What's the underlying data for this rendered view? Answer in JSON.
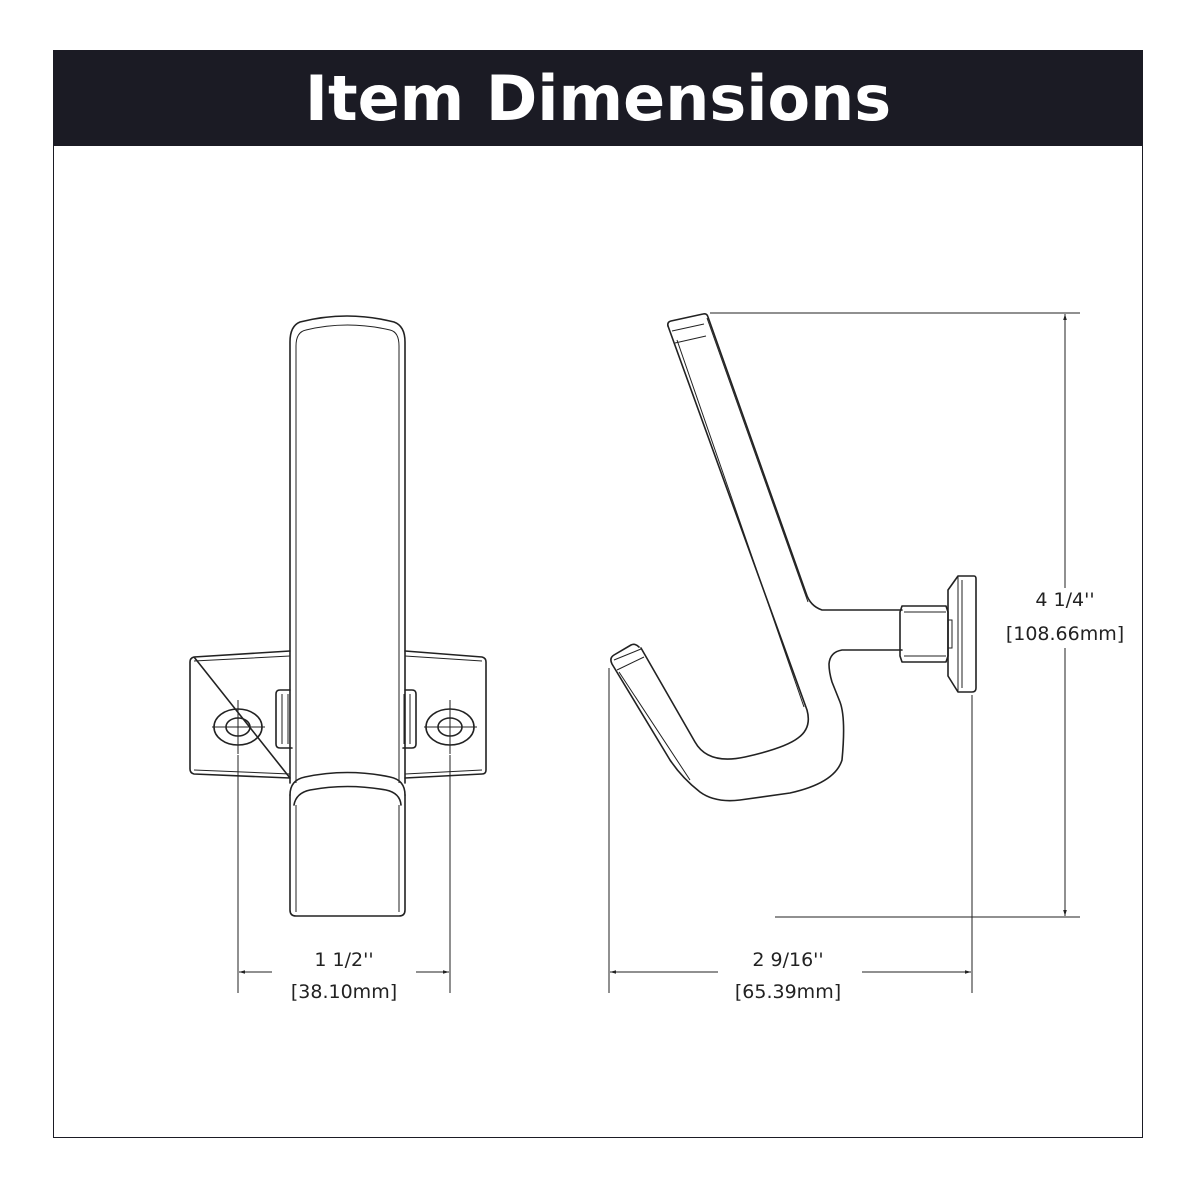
{
  "header": {
    "title": "Item Dimensions"
  },
  "colors": {
    "header_background": "#1b1b24",
    "header_text": "#ffffff",
    "line": "#222222"
  },
  "dimensions": {
    "hole_spacing": {
      "imperial": "1 1/2''",
      "metric": "[38.10mm]"
    },
    "depth": {
      "imperial": "2 9/16''",
      "metric": "[65.39mm]"
    },
    "height": {
      "imperial": "4 1/4''",
      "metric": "[108.66mm]"
    }
  }
}
